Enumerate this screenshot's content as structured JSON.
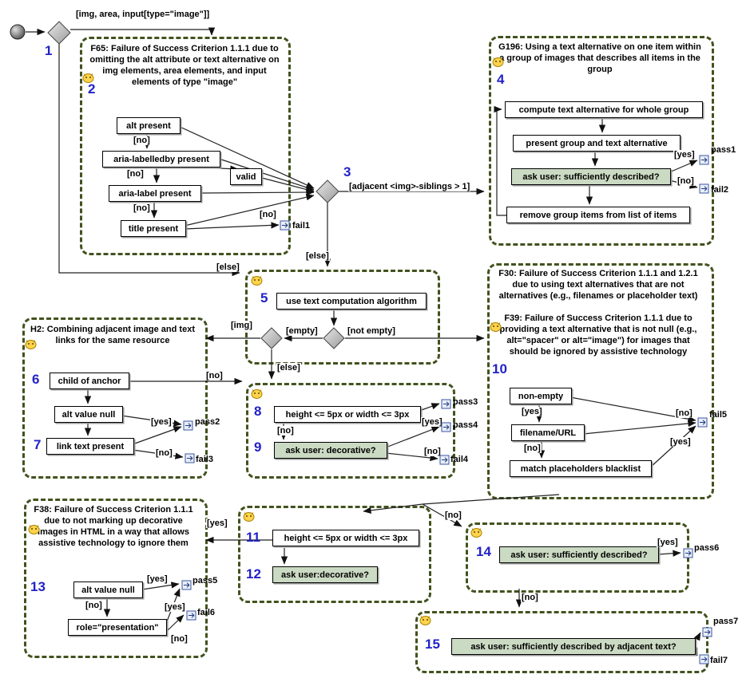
{
  "colors": {
    "dashed_border": "#42521e",
    "ask_user_fill": "#cbdac3",
    "number_blue": "#2222c8",
    "terminal_blue": "#3a56a0"
  },
  "labels": {
    "start_filter": "[img, area, input[type=\"image\"]]",
    "adjacent_siblings": "[adjacent <img>-siblings > 1]",
    "no": "[no]",
    "yes": "[yes]",
    "else": "[else]",
    "empty": "[empty]",
    "not_empty": "[not empty]",
    "img": "[img]"
  },
  "numbers": {
    "n1": "1",
    "n2": "2",
    "n3": "3",
    "n4": "4",
    "n5": "5",
    "n6": "6",
    "n7": "7",
    "n8": "8",
    "n9": "9",
    "n10": "10",
    "n11": "11",
    "n12": "12",
    "n13": "13",
    "n14": "14",
    "n15": "15"
  },
  "terminals": {
    "pass1": "pass1",
    "pass2": "pass2",
    "pass3": "pass3",
    "pass4": "pass4",
    "pass5": "pass5",
    "pass6": "pass6",
    "pass7": "pass7",
    "fail1": "fail1",
    "fail2": "fail2",
    "fail3": "fail3",
    "fail4": "fail4",
    "fail5": "fail5",
    "fail6": "fail6",
    "fail7": "fail7"
  },
  "boxes": {
    "f65": {
      "title": "F65: Failure of Success Criterion 1.1.1 due to omitting the alt attribute or text alternative on img elements, area elements, and input elements of type \"image\""
    },
    "g196": {
      "title": "G196: Using a text alternative on one item within a group of images that describes all items in the group"
    },
    "h2": {
      "title": "H2: Combining adjacent image and text links for the same resource"
    },
    "f30f39": {
      "title_f30": "F30: Failure of Success Criterion 1.1.1 and 1.2.1 due to using text alternatives that are not alternatives (e.g., filenames or placeholder text)",
      "title_f39": "F39: Failure of Success Criterion 1.1.1 due to providing a text alternative that is not null (e.g., alt=\"spacer\" or alt=\"image\") for images that should be ignored by assistive technology"
    },
    "f38": {
      "title": "F38: Failure of Success Criterion 1.1.1 due to not marking up decorative images in HTML in a way that allows assistive technology to ignore them"
    }
  },
  "actions": {
    "alt_present": "alt present",
    "aria_labelledby_present": "aria-labelledby present",
    "valid": "valid",
    "aria_label_present": "aria-label present",
    "title_present": "title present",
    "compute_group_alt": "compute text alternative for whole group",
    "present_group_alt": "present group and text alternative",
    "ask_sufficient": "ask user: sufficiently described?",
    "remove_group_items": "remove group items from list of items",
    "use_text_computation": "use text computation algorithm",
    "child_of_anchor": "child of anchor",
    "alt_value_null": "alt value null",
    "link_text_present": "link text present",
    "size_check": "height <= 5px or width <= 3px",
    "ask_decorative": "ask user: decorative?",
    "non_empty": "non-empty",
    "filename_url": "filename/URL",
    "match_placeholders": "match placeholders blacklist",
    "ask_decorative_compact": "ask user:decorative?",
    "role_presentation": "role=\"presentation\"",
    "ask_sufficient_adjacent": "ask user: sufficiently described by adjacent text?"
  }
}
